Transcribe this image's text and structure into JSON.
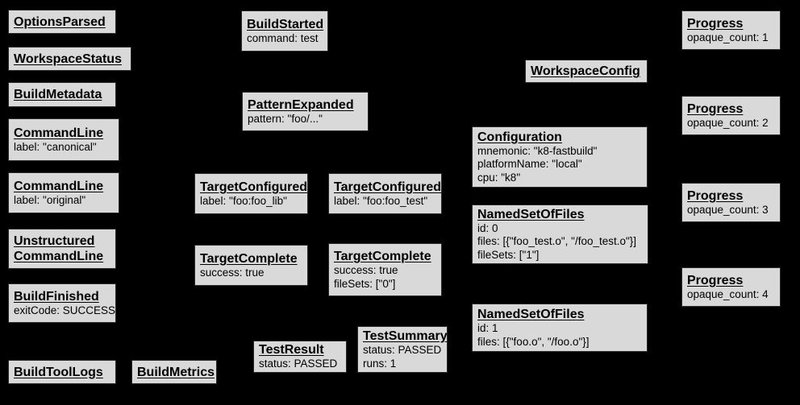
{
  "diagram": {
    "description": "Build event protocol graph of gray event boxes on black background",
    "background_color": "#000000",
    "box_fill_color": "#d9d9d9",
    "box_border_color": "#2b2b2b",
    "text_color": "#000000"
  },
  "nodes": [
    {
      "title": "OptionsParsed",
      "attrs": []
    },
    {
      "title": "WorkspaceStatus",
      "attrs": []
    },
    {
      "title": "BuildMetadata",
      "attrs": []
    },
    {
      "title": "CommandLine",
      "attrs": [
        "label: \"canonical\""
      ]
    },
    {
      "title": "CommandLine",
      "attrs": [
        "label: \"original\""
      ]
    },
    {
      "title": "Unstructured",
      "title2": "CommandLine",
      "attrs": []
    },
    {
      "title": "BuildFinished",
      "attrs": [
        "exitCode: SUCCESS"
      ]
    },
    {
      "title": "BuildToolLogs",
      "attrs": []
    },
    {
      "title": "BuildMetrics",
      "attrs": []
    },
    {
      "title": "BuildStarted",
      "attrs": [
        "command: test"
      ]
    },
    {
      "title": "PatternExpanded",
      "attrs": [
        "pattern: \"foo/...\""
      ]
    },
    {
      "title": "TargetConfigured",
      "attrs": [
        "label: \"foo:foo_lib\""
      ]
    },
    {
      "title": "TargetConfigured",
      "attrs": [
        "label: \"foo:foo_test\""
      ]
    },
    {
      "title": "TargetComplete",
      "attrs": [
        "success: true"
      ]
    },
    {
      "title": "TargetComplete",
      "attrs": [
        "success: true",
        "fileSets: [\"0\"]"
      ]
    },
    {
      "title": "TestResult",
      "attrs": [
        "status: PASSED"
      ]
    },
    {
      "title": "TestSummary",
      "attrs": [
        "status: PASSED",
        "runs: 1"
      ]
    },
    {
      "title": "WorkspaceConfig",
      "attrs": []
    },
    {
      "title": "Configuration",
      "attrs": [
        "mnemonic: \"k8-fastbuild\"",
        "platformName: \"local\"",
        "cpu: \"k8\""
      ]
    },
    {
      "title": "NamedSetOfFiles",
      "attrs": [
        "id: 0",
        "files: [{\"foo_test.o\", \"/foo_test.o\"}]",
        "fileSets: [\"1\"]"
      ]
    },
    {
      "title": "NamedSetOfFiles",
      "attrs": [
        "id: 1",
        "files: [{\"foo.o\", \"/foo.o\"}]"
      ]
    },
    {
      "title": "Progress",
      "attrs": [
        "opaque_count: 1"
      ]
    },
    {
      "title": "Progress",
      "attrs": [
        "opaque_count: 2"
      ]
    },
    {
      "title": "Progress",
      "attrs": [
        "opaque_count: 3"
      ]
    },
    {
      "title": "Progress",
      "attrs": [
        "opaque_count: 4"
      ]
    }
  ]
}
